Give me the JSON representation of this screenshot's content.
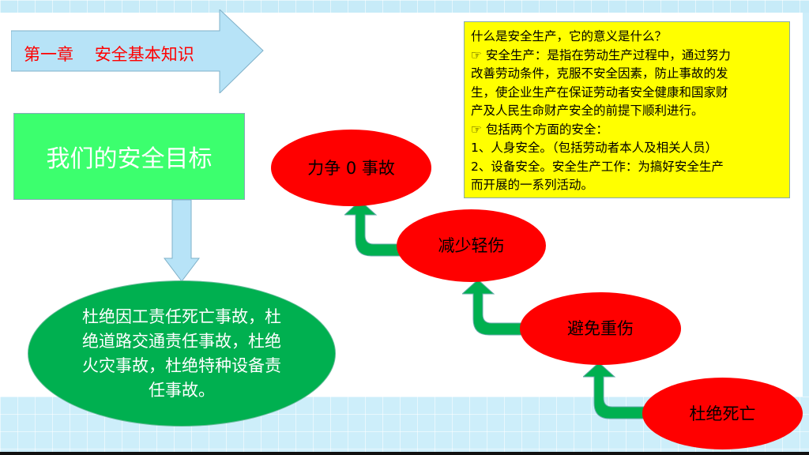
{
  "slide": {
    "chapter_title": "第一章    安全基本知识",
    "goal_title": "我们的安全目标",
    "goal_detail": "杜绝因工责任死亡事故，杜绝道路交通责任事故，杜绝火灾事故，杜绝特种设备责任事故。",
    "info_box": {
      "lines": [
        "什么是安全生产，它的意义是什么？",
        "☞ 安全生产：是指在劳动生产过程中，通过努力",
        "改善劳动条件，克服不安全因素，防止事故的发",
        "生，使企业生产在保证劳动者安全健康和国家财",
        "产及人民生命财产安全的前提下顺利进行。",
        "☞ 包括两个方面的安全：",
        "1、人身安全。（包括劳动者本人及相关人员）",
        "2、设备安全。安全生产工作：为搞好安全生产",
        "而开展的一系列活动。"
      ]
    },
    "steps": [
      {
        "label": "杜绝死亡"
      },
      {
        "label": "避免重伤"
      },
      {
        "label": "减少轻伤"
      },
      {
        "label": "力争 0 事故"
      }
    ],
    "colors": {
      "chapter_text": "#ff0000",
      "arrow_fill": "#b7e3f7",
      "goal_box": "#3cff6e",
      "green_ellipse": "#00b050",
      "red_ellipse": "#ff0000",
      "info_box": "#ffff00",
      "step_arrow": "#00b050"
    }
  }
}
